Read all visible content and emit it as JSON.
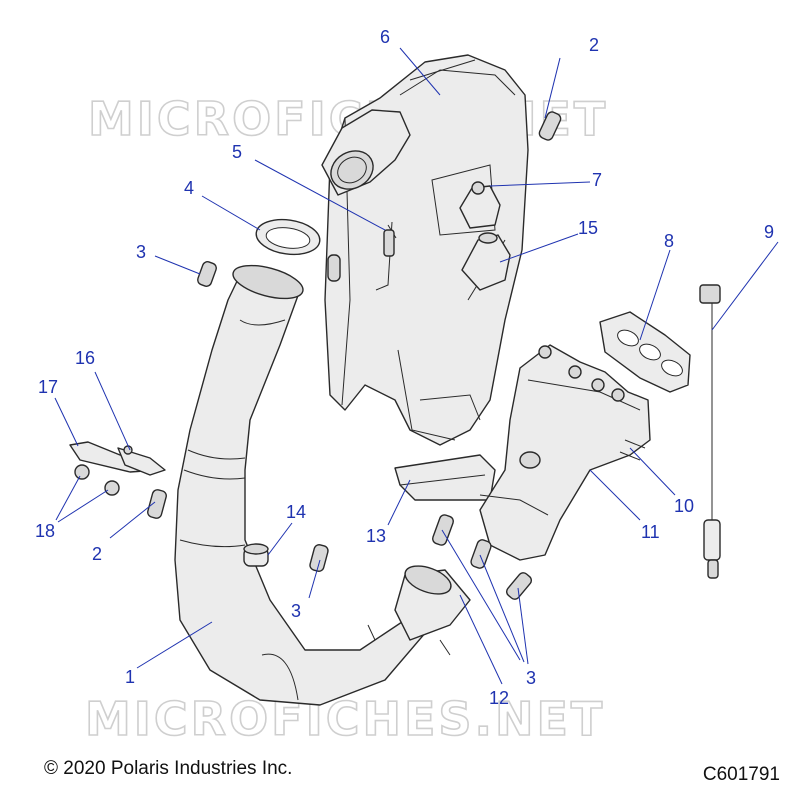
{
  "watermark": "MICROFICHES.NET",
  "copyright": "© 2020 Polaris Industries Inc.",
  "diagram_code": "C601791",
  "callouts": {
    "c1": "1",
    "c2a": "2",
    "c2b": "2",
    "c3a": "3",
    "c3b": "3",
    "c3c": "3",
    "c4": "4",
    "c5": "5",
    "c6": "6",
    "c7": "7",
    "c8": "8",
    "c9": "9",
    "c10": "10",
    "c11": "11",
    "c12": "12",
    "c13": "13",
    "c14": "14",
    "c15": "15",
    "c16": "16",
    "c17": "17",
    "c18": "18"
  },
  "colors": {
    "callout": "#1f33b0",
    "line": "#2a2a2a",
    "part_fill": "#ececec"
  }
}
